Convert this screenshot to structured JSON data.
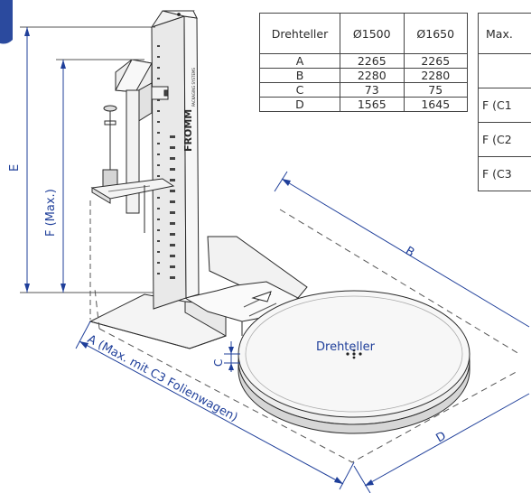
{
  "labels": {
    "dim_e": "E",
    "dim_f": "F (Max.)",
    "dim_a": "A (Max. mit C3 Folienwagen)",
    "dim_b": "B",
    "dim_c": "C",
    "dim_d": "D",
    "turntable": "Drehteller",
    "brand": "FROMM",
    "brand_sub": "PACKAGING SYSTEMS"
  },
  "table1": {
    "header": [
      "Drehteller",
      "Ø1500",
      "Ø1650"
    ],
    "rows": [
      [
        "A",
        "2265",
        "2265"
      ],
      [
        "B",
        "2280",
        "2280"
      ],
      [
        "C",
        "73",
        "75"
      ],
      [
        "D",
        "1565",
        "1645"
      ]
    ]
  },
  "table2": {
    "header": "Max.",
    "rows": [
      "",
      "F (C1",
      "F (C2",
      "F (C3"
    ]
  },
  "colors": {
    "accent": "#1f3f9a",
    "line": "#2a2a2a",
    "corner_badge": "#2b4a9e"
  }
}
